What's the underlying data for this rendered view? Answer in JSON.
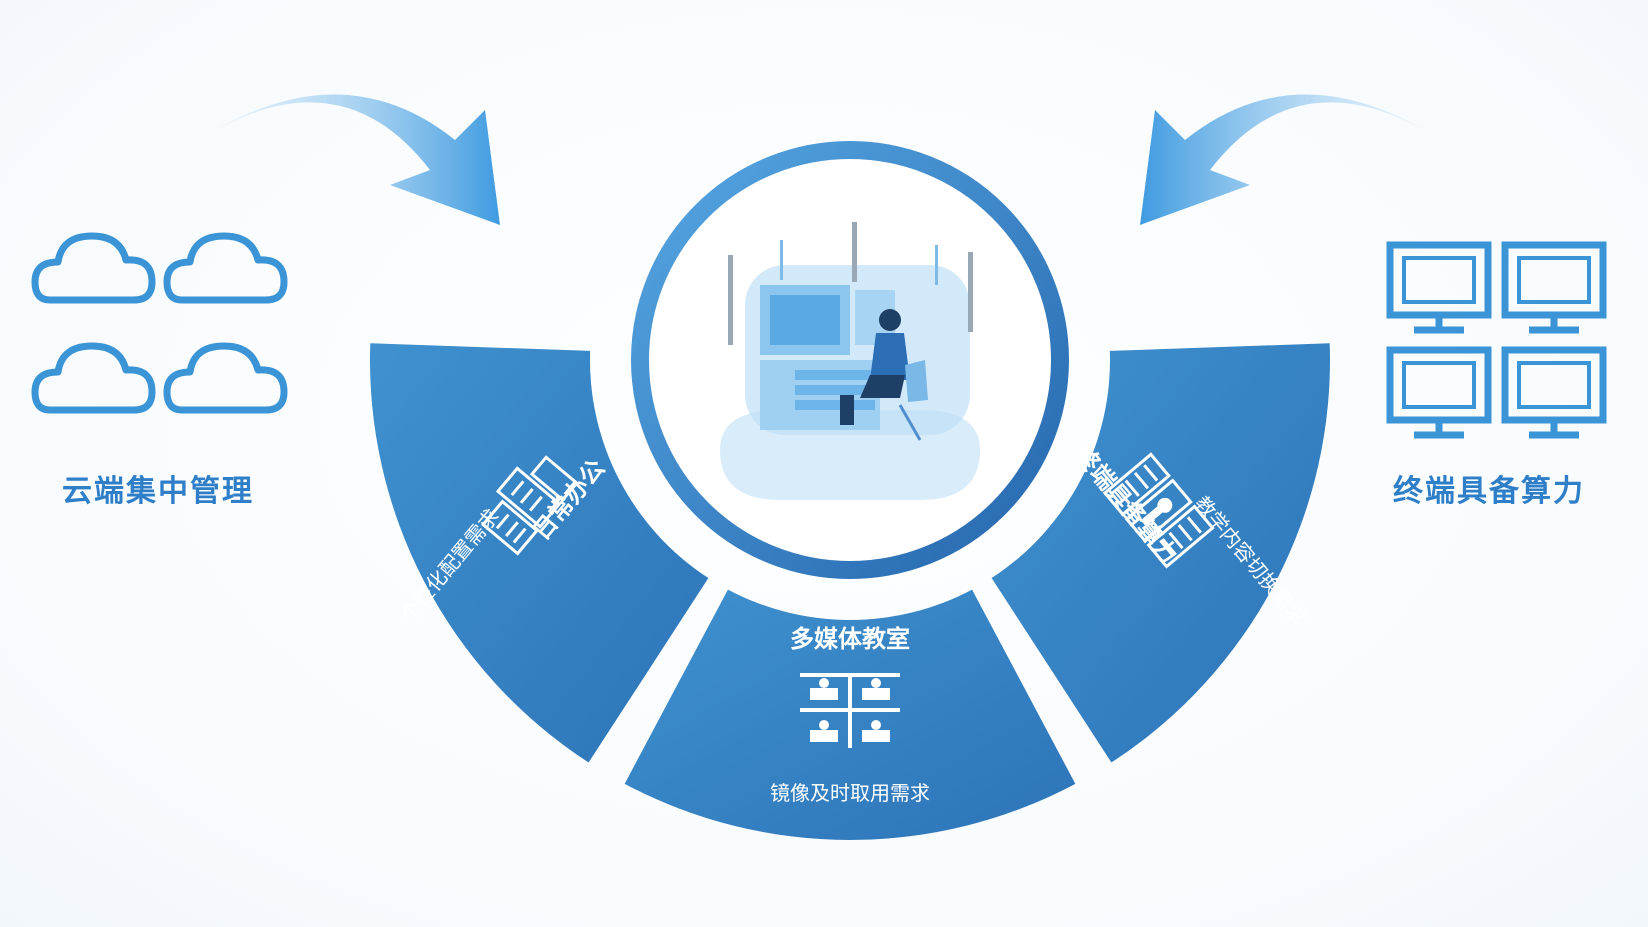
{
  "left": {
    "label": "云端集中管理",
    "icon": "cloud-icon"
  },
  "right": {
    "label": "终端具备算力",
    "icon": "monitor-icon"
  },
  "segments": [
    {
      "title": "日常办公",
      "subtitle": "个性化配置需求",
      "icon": "office-buildings-icon"
    },
    {
      "title": "多媒体教室",
      "subtitle": "镜像及时取用需求",
      "icon": "classroom-icon"
    },
    {
      "title": "终端具备算力",
      "subtitle": "教学内容切换需求",
      "icon": "server-rack-icon"
    }
  ],
  "colors": {
    "accent": "#2e7fc8",
    "segment": "#3a89c8",
    "ring": "#2f7cc4",
    "arrow": "#4ea3dc"
  }
}
